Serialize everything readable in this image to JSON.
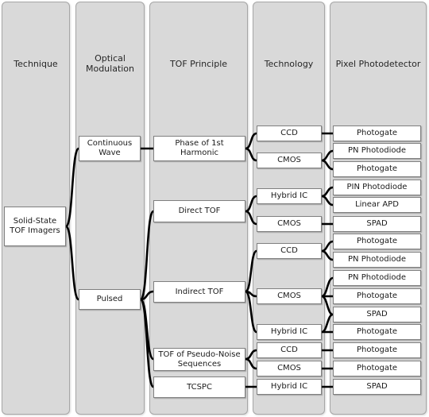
{
  "headers": {
    "technique": "Technique",
    "modulation": "Optical\nModulation",
    "principle": "TOF Principle",
    "technology": "Technology",
    "photodetector": "Pixel Photodetector"
  },
  "nodes": {
    "solid_state": "Solid-State\nTOF Imagers",
    "continuous_wave": "Continuous\nWave",
    "pulsed": "Pulsed",
    "phase": "Phase of 1st\nHarmonic",
    "direct_tof": "Direct TOF",
    "indirect_tof": "Indirect TOF",
    "pseudo_noise": "TOF of Pseudo-Noise\nSequences",
    "tcspc": "TCSPC",
    "tech_ccd_1": "CCD",
    "tech_cmos_1": "CMOS",
    "tech_hybrid_1": "Hybrid IC",
    "tech_cmos_2": "CMOS",
    "tech_ccd_2": "CCD",
    "tech_cmos_3": "CMOS",
    "tech_hybrid_2": "Hybrid IC",
    "tech_ccd_3": "CCD",
    "tech_cmos_4": "CMOS",
    "tech_hybrid_3": "Hybrid IC",
    "pd_1": "Photogate",
    "pd_2": "PN Photodiode",
    "pd_3": "Photogate",
    "pd_4": "PIN Photodiode",
    "pd_5": "Linear APD",
    "pd_6": "SPAD",
    "pd_7": "Photogate",
    "pd_8": "PN Photodiode",
    "pd_9": "PN Photodiode",
    "pd_10": "Photogate",
    "pd_11": "SPAD",
    "pd_12": "Photogate",
    "pd_13": "Photogate",
    "pd_14": "Photogate",
    "pd_15": "SPAD"
  },
  "colors": {
    "column_bg": "#d9d9d9",
    "node_bg": "#ffffff",
    "connector": "#000000"
  }
}
